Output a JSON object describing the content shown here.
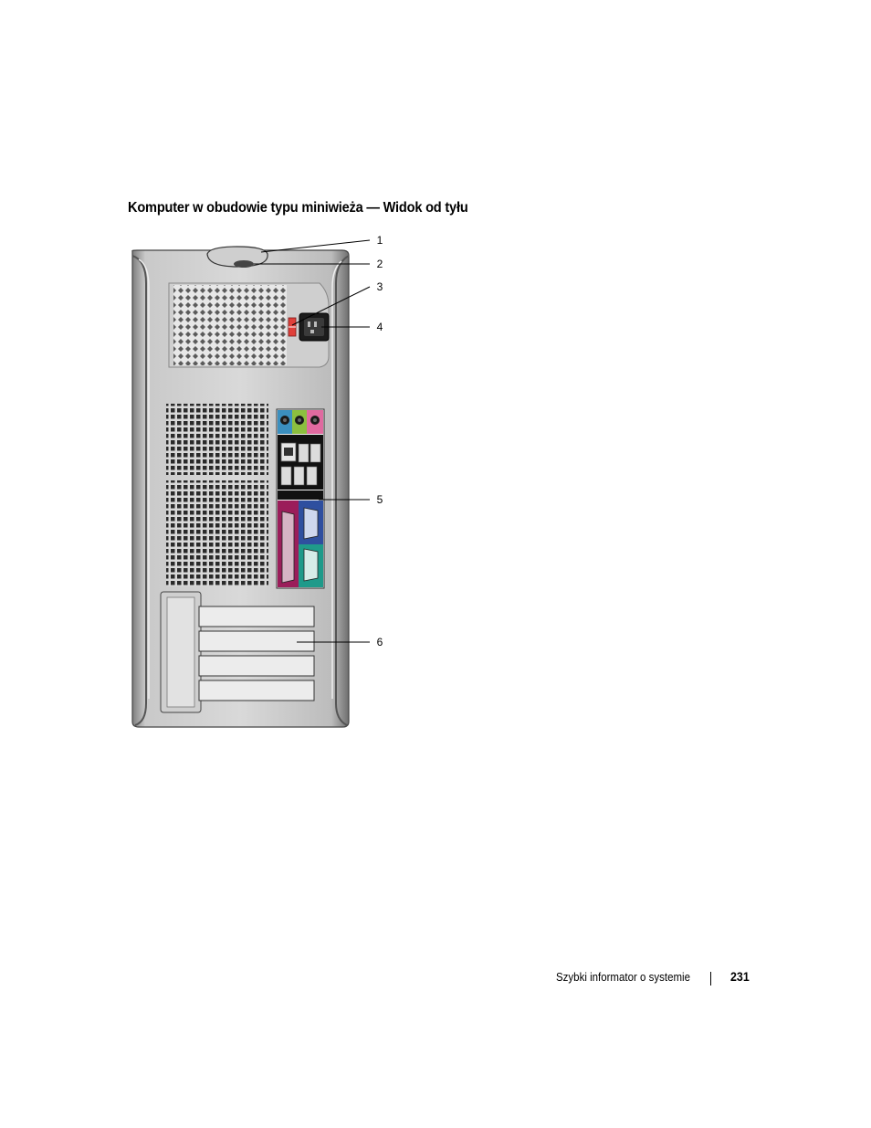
{
  "heading": "Komputer w obudowie typu miniwieża — Widok od tyłu",
  "figure": {
    "callouts": [
      "1",
      "2",
      "3",
      "4",
      "5",
      "6"
    ],
    "colors": {
      "case_light": "#dcdcdc",
      "case_dark": "#8a8a8a",
      "audio_blue": "#3b8fbf",
      "audio_green": "#8cbf3f",
      "audio_pink": "#e06aa0",
      "parallel_magenta": "#9b1d5a",
      "vga_blue": "#2f4f9f",
      "serial_teal": "#1f9a8a",
      "voltage_red": "#e0403a"
    }
  },
  "footer": {
    "section": "Szybki informator o systemie",
    "page": "231"
  }
}
